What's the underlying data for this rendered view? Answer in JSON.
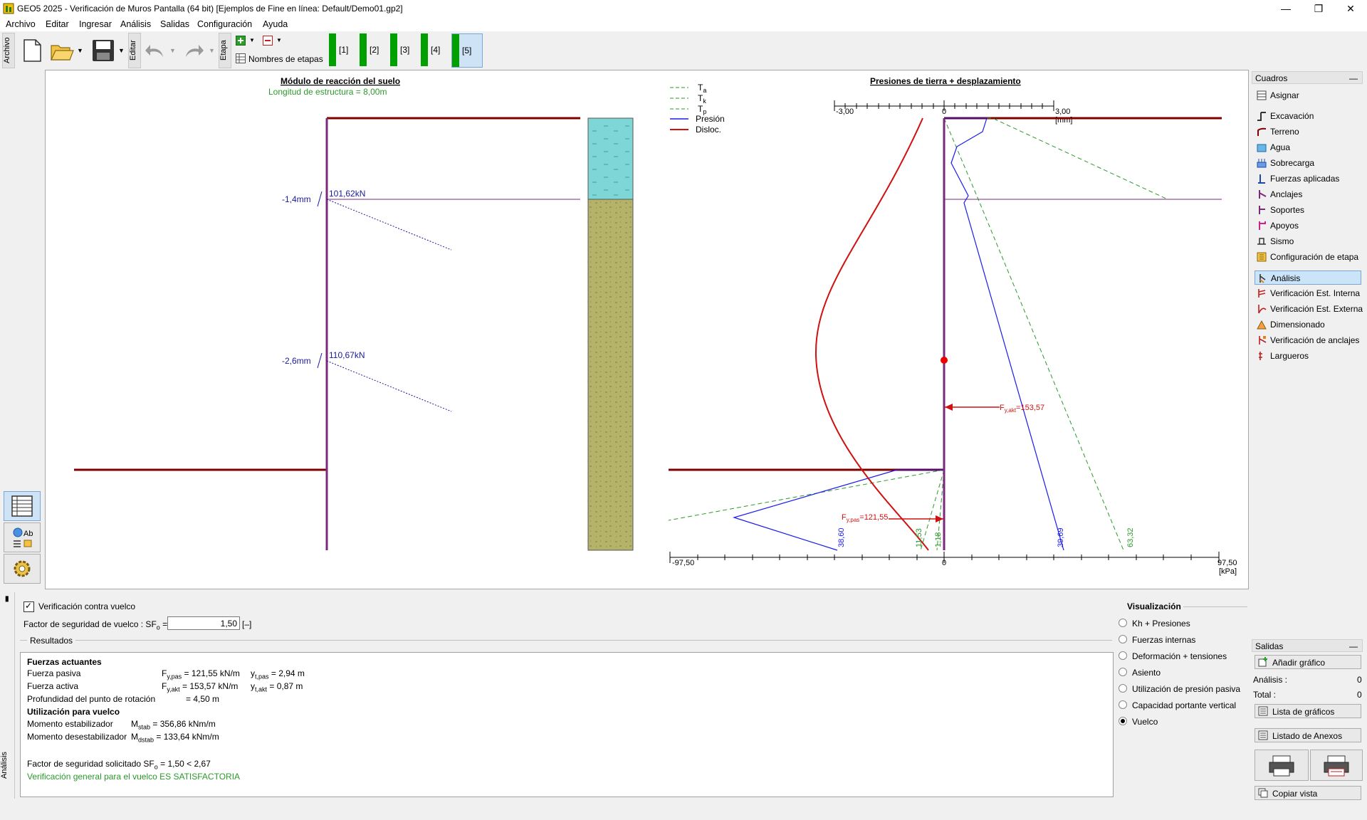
{
  "window": {
    "title": "GEO5 2025 - Verificación de Muros Pantalla (64 bit) [Ejemplos de Fine en línea: Default/Demo01.gp2]"
  },
  "menu": [
    "Archivo",
    "Editar",
    "Ingresar",
    "Análisis",
    "Salidas",
    "Configuración",
    "Ayuda"
  ],
  "toolbar": {
    "archivo_label": "Archivo",
    "editar_label": "Editar",
    "etapa_label": "Etapa",
    "stage_names_label": "Nombres de etapas",
    "stages": [
      "[1]",
      "[2]",
      "[3]",
      "[4]",
      "[5]"
    ]
  },
  "drawing": {
    "left_title": "Módulo de reacción del suelo",
    "left_subtitle": "Longitud de estructura = 8,00m",
    "anchor1_disp": "-1,4mm",
    "anchor1_force": "101,62kN",
    "anchor2_disp": "-2,6mm",
    "anchor2_force": "110,67kN",
    "right_title": "Presiones de tierra + desplazamiento",
    "legend": {
      "ta": "T",
      "ta_sub": "a",
      "tk": "T",
      "tk_sub": "k",
      "tp": "T",
      "tp_sub": "p",
      "pressure": "Presión",
      "disloc": "Disloc."
    },
    "top_axis": {
      "min": "-3,00",
      "zero": "0",
      "max": "3,00",
      "unit": "[mm]"
    },
    "bottom_axis": {
      "min": "-97,50",
      "zero": "0",
      "max": "97,50",
      "unit": "[kPa]"
    },
    "fy_akt": "F",
    "fy_akt_sub": "y,akt",
    "fy_akt_val": "=153,57",
    "fy_pas": "F",
    "fy_pas_sub": "y,pas",
    "fy_pas_val": "=121,55",
    "val_38_60": "38,60",
    "val_39_69": "39,69",
    "val_63_32": "63,32",
    "val_11_53": "11,53",
    "val_1_18": "1,18"
  },
  "right_panel": {
    "cuadros_label": "Cuadros",
    "items": [
      {
        "label": "Asignar"
      },
      {
        "label": "Excavación"
      },
      {
        "label": "Terreno"
      },
      {
        "label": "Agua"
      },
      {
        "label": "Sobrecarga"
      },
      {
        "label": "Fuerzas aplicadas"
      },
      {
        "label": "Anclajes"
      },
      {
        "label": "Soportes"
      },
      {
        "label": "Apoyos"
      },
      {
        "label": "Sismo"
      },
      {
        "label": "Configuración de etapa"
      },
      {
        "label": "Análisis"
      },
      {
        "label": "Verificación Est. Interna"
      },
      {
        "label": "Verificación Est. Externa"
      },
      {
        "label": "Dimensionado"
      },
      {
        "label": "Verificación de anclajes"
      },
      {
        "label": "Largueros"
      }
    ],
    "salidas_label": "Salidas",
    "add_graphic": "Añadir gráfico",
    "analisis_label": "Análisis :",
    "analisis_count": "0",
    "total_label": "Total :",
    "total_count": "0",
    "graphics_list": "Lista de gráficos",
    "annex_list": "Listado de Anexos",
    "copy_view": "Copiar vista"
  },
  "bottom": {
    "side_label": "Análisis",
    "overturn_check": "Verificación contra vuelco",
    "sf_label": "Factor de seguridad de vuelco : SF",
    "sf_sub": "o",
    "sf_eq": "=",
    "sf_value": "1,50",
    "sf_unit": "[–]",
    "results_label": "Resultados",
    "visualization_label": "Visualización",
    "viz_options": [
      {
        "label": "Kh + Presiones",
        "selected": false
      },
      {
        "label": "Fuerzas internas",
        "selected": false
      },
      {
        "label": "Deformación + tensiones",
        "selected": false
      },
      {
        "label": "Asiento",
        "selected": false
      },
      {
        "label": "Utilización de presión pasiva",
        "selected": false
      },
      {
        "label": "Capacidad portante vertical",
        "selected": false
      },
      {
        "label": "Vuelco",
        "selected": true
      }
    ],
    "results": {
      "h1": "Fuerzas actuantes",
      "passive": "Fuerza pasiva",
      "passive_sym": "F",
      "passive_sub": "y,pas",
      "passive_val": "=  121,55  kN/m",
      "passive_y_sym": "y",
      "passive_y_sub": "t,pas",
      "passive_y_val": "=   2,94   m",
      "active": "Fuerza activa",
      "active_sym": "F",
      "active_sub": "y,akt",
      "active_val": "=  153,57  kN/m",
      "active_y_sym": "y",
      "active_y_sub": "t,akt",
      "active_y_val": "=   0,87   m",
      "rot_depth": "Profundidad del punto de rotación",
      "rot_depth_val": "=      4,50   m",
      "h2": "Utilización para vuelco",
      "stab": "Momento estabilizador",
      "stab_sym": "M",
      "stab_sub": "stab",
      "stab_val": "=  356,86  kNm/m",
      "dstab": "Momento desestabilizador",
      "dstab_sym": "M",
      "dstab_sub": "dstab",
      "dstab_val": "=  133,64  kNm/m",
      "sf_req": "Factor de seguridad solicitado SF",
      "sf_req_sub": "o",
      "sf_req_val": " = 1,50 < 2,67",
      "verdict": "Verificación general para el vuelco ES SATISFACTORIA"
    }
  },
  "colors": {
    "wall": "#7b2a7b",
    "ground": "#800000",
    "water": "#7fd6d6",
    "soil": "#b5b36a",
    "green_text": "#2a9a2a",
    "blue_text": "#1a1a9a",
    "selection": "#cce4f7"
  }
}
